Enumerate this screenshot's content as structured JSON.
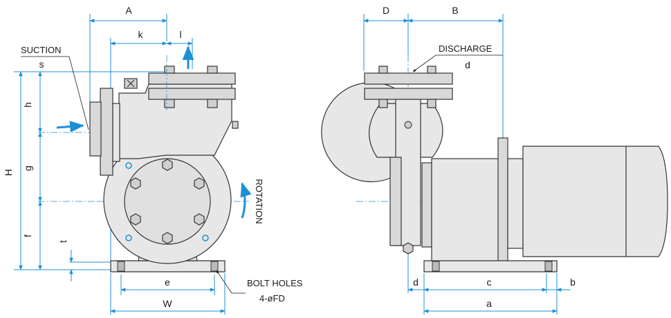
{
  "labels": {
    "A": "A",
    "B": "B",
    "D": "D",
    "k": "k",
    "l": "l",
    "s": "s",
    "h": "h",
    "g": "g",
    "H": "H",
    "f": "f",
    "t": "t",
    "e": "e",
    "W": "W",
    "d_top": "d",
    "d_bottom": "d",
    "c": "c",
    "b": "b",
    "a": "a",
    "suction": "SUCTION",
    "discharge": "DISCHARGE",
    "rotation": "ROTATION",
    "bolt_holes": "BOLT HOLES",
    "bolt_spec": "4-øFD"
  },
  "colors": {
    "dimension_line": "#1d8fd6",
    "outline": "#333333",
    "body_fill": "#e7e7e7"
  }
}
